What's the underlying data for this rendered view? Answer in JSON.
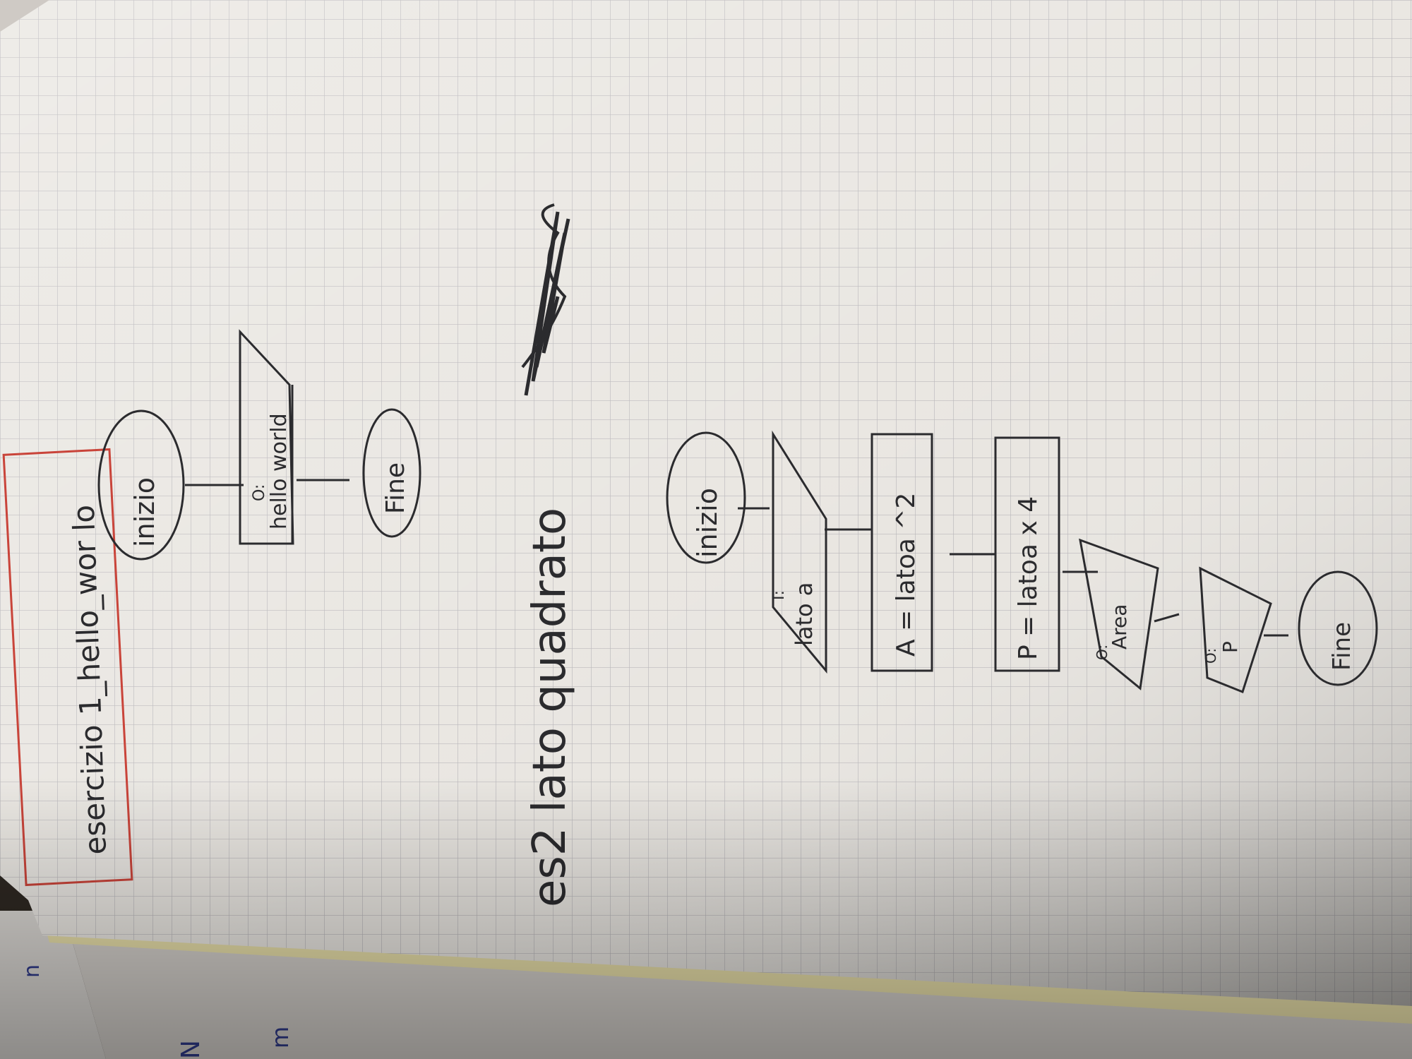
{
  "photo": {
    "subject": "notebook-page-flowcharts",
    "grid_color": "#b9b7ba",
    "paper_color": "#e9e6e1",
    "ink_color": "#2b2b2e",
    "highlight_color": "#c9443a"
  },
  "exercise1": {
    "title": "esercizio 1_hello_wor lo",
    "start": "inizio",
    "output_prefix": "O:",
    "output": "hello world",
    "end": "Fine"
  },
  "exercise2": {
    "title": "es2 lato quadrato",
    "start": "inizio",
    "input_prefix": "I:",
    "input": "lato a",
    "process_area": "A = latoa ^2",
    "process_perimeter": "P = latoa x 4",
    "output_prefix_area": "O:",
    "output_area": "Area",
    "output_prefix_perimeter": "O:",
    "output_perimeter": "P",
    "end": "Fine"
  },
  "margin_marks": {
    "mark1": "n",
    "mark2": "N",
    "mark3": "m"
  }
}
